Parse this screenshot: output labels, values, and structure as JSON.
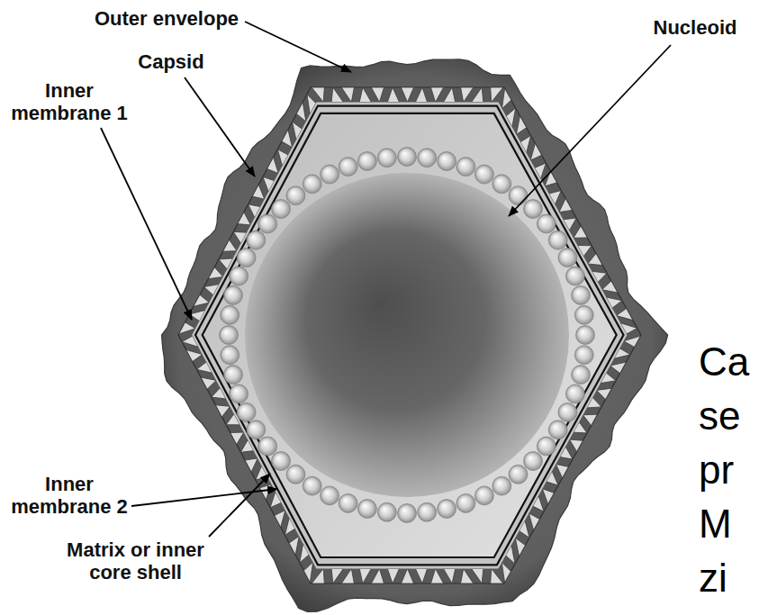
{
  "diagram": {
    "labels": [
      "Outer envelope",
      "Capsid",
      "Inner membrane 1",
      "Nucleoid",
      "Inner membrane 2",
      "Matrix or inner core shell",
      "Ca se pr M zi"
    ]
  }
}
